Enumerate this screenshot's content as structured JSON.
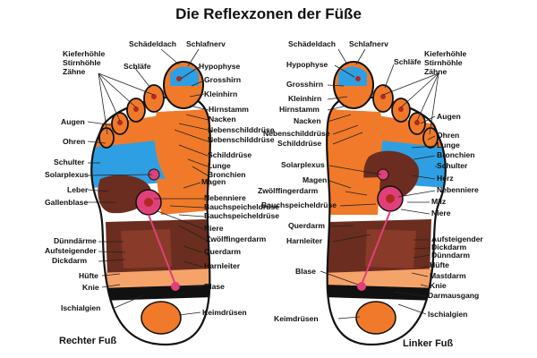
{
  "title": "Die Reflexzonen der Füße",
  "colors": {
    "orange": "#f07a2a",
    "blue": "#2f9fe3",
    "darkbrown": "#6b2d1f",
    "brown": "#8a3a28",
    "pink": "#e0407a",
    "darkred": "#b02a22",
    "outline": "#111111",
    "paleorange": "#f6a36a"
  },
  "right_foot": {
    "caption": "Rechter Fuß",
    "labels": {
      "schaedeldach": "Schädeldach",
      "schlafnerv": "Schlafnerv",
      "kieferhoehle": "Kieferhöhle",
      "stirnhoehle": "Stirnhöhle",
      "zaehne": "Zähne",
      "schlaefe": "Schläfe",
      "hypophyse": "Hypophyse",
      "grosshirn": "Grosshirn",
      "kleinhirn": "Kleinhirn",
      "hirnstamm": "Hirnstamm",
      "nacken": "Nacken",
      "augen": "Augen",
      "nebenschilddruese1": "Nebenschilddrüse",
      "nebenschilddruese2": "Nebenschilddrüse",
      "ohren": "Ohren",
      "schilddruese": "Schilddrüse",
      "lunge": "Lunge",
      "bronchien": "Bronchien",
      "schulter": "Schulter",
      "solarplexus": "Solarplexus",
      "magen": "Magen",
      "leber": "Leber",
      "gallenblase": "Gallenblase",
      "nebenniere": "Nebenniere",
      "bauchspeicheldruese1": "Bauchspeicheldrüse",
      "bauchspeicheldruese2": "Bauchspeicheldrüse",
      "niere": "Niere",
      "zwoelffingerdarm": "Zwölffingerdarm",
      "duenndaerme": "Dünndärme",
      "aufsteigender": "Aufsteigender",
      "dickdarm": "Dickdarm",
      "querdarm": "Querdarm",
      "harnleiter": "Harnleiter",
      "huefte": "Hüfte",
      "knie": "Knie",
      "blase": "Blase",
      "ischialgien": "Ischialgien",
      "keimdruesen": "Keimdrüsen"
    }
  },
  "left_foot": {
    "caption": "Linker Fuß",
    "labels": {
      "schaedeldach": "Schädeldach",
      "schlafnerv": "Schlafnerv",
      "kieferhoehle": "Kieferhöhle",
      "stirnhoehle": "Stirnhöhle",
      "zaehne": "Zähne",
      "hypophyse": "Hypophyse",
      "schlaefe": "Schläfe",
      "grosshirn": "Grosshirn",
      "kleinhirn": "Kleinhirn",
      "hirnstamm": "Hirnstamm",
      "nacken": "Nacken",
      "augen": "Augen",
      "nebenschilddruese": "Nebenschilddrüse",
      "schilddruese": "Schilddrüse",
      "ohren": "Ohren",
      "lunge": "Lunge",
      "bronchien": "Bronchien",
      "solarplexus": "Solarplexus",
      "schulter": "Schulter",
      "herz": "Herz",
      "magen": "Magen",
      "nebenniere": "Nebenniere",
      "zwoelffingerdarm": "Zwölffingerdarm",
      "bauchspeicheldruese": "Bauchspeicheldrüse",
      "milz": "Milz",
      "niere": "Niere",
      "querdarm": "Querdarm",
      "aufsteigender": "Aufsteigender",
      "harnleiter": "Harnleiter",
      "dickdarm": "Dickdarm",
      "duenndarm": "Dünndarm",
      "huefte": "Hüfte",
      "blase": "Blase",
      "mastdarm": "Mastdarm",
      "knie": "Knie",
      "darmausgang": "Darmausgang",
      "ischialgien": "Ischialgien",
      "keimdruesen": "Keimdrüsen"
    }
  }
}
